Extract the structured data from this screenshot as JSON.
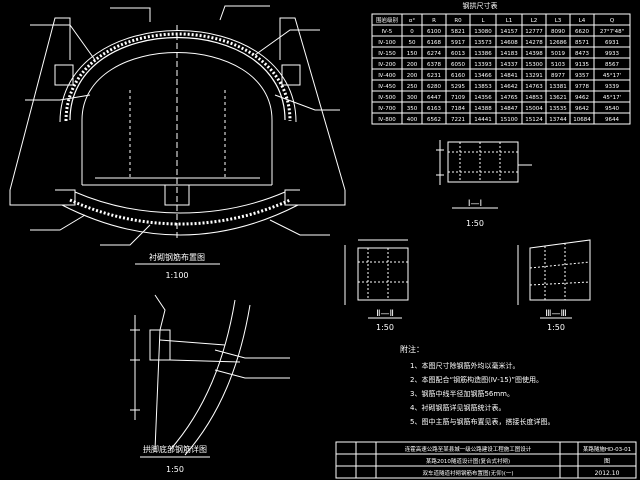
{
  "drawing": {
    "table_title": "钢拱尺寸表",
    "table": {
      "headers": [
        "围岩级别",
        "α°",
        "R",
        "R0",
        "L",
        "L1",
        "L2",
        "L3",
        "L4",
        "Q"
      ],
      "rows": [
        [
          "Ⅳ-5",
          "0",
          "6100",
          "5821",
          "13080",
          "14157",
          "12777",
          "8090",
          "6620",
          "27°7'48\""
        ],
        [
          "Ⅳ-100",
          "50",
          "6168",
          "5917",
          "13573",
          "14608",
          "14278",
          "12686",
          "8571",
          "6931"
        ],
        [
          "Ⅳ-150",
          "150",
          "6274",
          "6013",
          "13386",
          "14183",
          "14398",
          "5019",
          "8473",
          "9933"
        ],
        [
          "Ⅳ-200",
          "200",
          "6378",
          "6050",
          "13393",
          "14337",
          "15300",
          "5103",
          "9135",
          "8567"
        ],
        [
          "Ⅳ-400",
          "200",
          "6231",
          "6160",
          "13466",
          "14841",
          "13291",
          "8977",
          "9357",
          "45°17'"
        ],
        [
          "Ⅳ-450",
          "250",
          "6280",
          "5295",
          "13853",
          "14642",
          "14763",
          "13381",
          "9778",
          "9339"
        ],
        [
          "Ⅳ-500",
          "300",
          "6447",
          "7109",
          "14356",
          "14765",
          "14853",
          "13621",
          "9462",
          "45°17'"
        ],
        [
          "Ⅳ-700",
          "350",
          "6163",
          "7184",
          "14388",
          "14847",
          "15004",
          "13535",
          "9642",
          "9540"
        ],
        [
          "Ⅳ-800",
          "400",
          "6562",
          "7221",
          "14441",
          "15100",
          "15124",
          "13744",
          "10684",
          "9644"
        ]
      ]
    },
    "main_view_caption": "衬砌钢筋布置图",
    "main_view_scale": "1:100",
    "detail_view_caption": "拱脚底部钢筋详图",
    "detail_view_scale": "1:50",
    "sec1": {
      "label": "Ⅰ—Ⅰ",
      "scale": "1:50"
    },
    "sec2": {
      "label": "Ⅱ—Ⅱ",
      "scale": "1:50"
    },
    "sec3": {
      "label": "Ⅲ—Ⅲ",
      "scale": "1:50"
    },
    "notes_title": "附注：",
    "notes": [
      "1、本图尺寸除钢筋外均以毫米计。",
      "2、本图配合“钢筋构造图(Ⅳ-15)”图使用。",
      "3、钢筋中线半径加钢筋56mm。",
      "4、衬砌钢筋详见钢筋统计表。",
      "5、图中主筋与钢筋布置见表，搭接长度详图。"
    ],
    "title_block": {
      "title_line1": "连霍高速公路至某县城一级公路建设工程施工图设计",
      "title_line2": "某路2010隧道设计图(复合式衬砌)",
      "title_line3": "双车道隧道衬砌钢筋布置图(无仰)(一)",
      "code": "某路隧施HD-03-01",
      "sheet_label": "图",
      "date": "2012.10"
    }
  },
  "colors": {
    "background": "#000000",
    "line": "#ffffff"
  }
}
